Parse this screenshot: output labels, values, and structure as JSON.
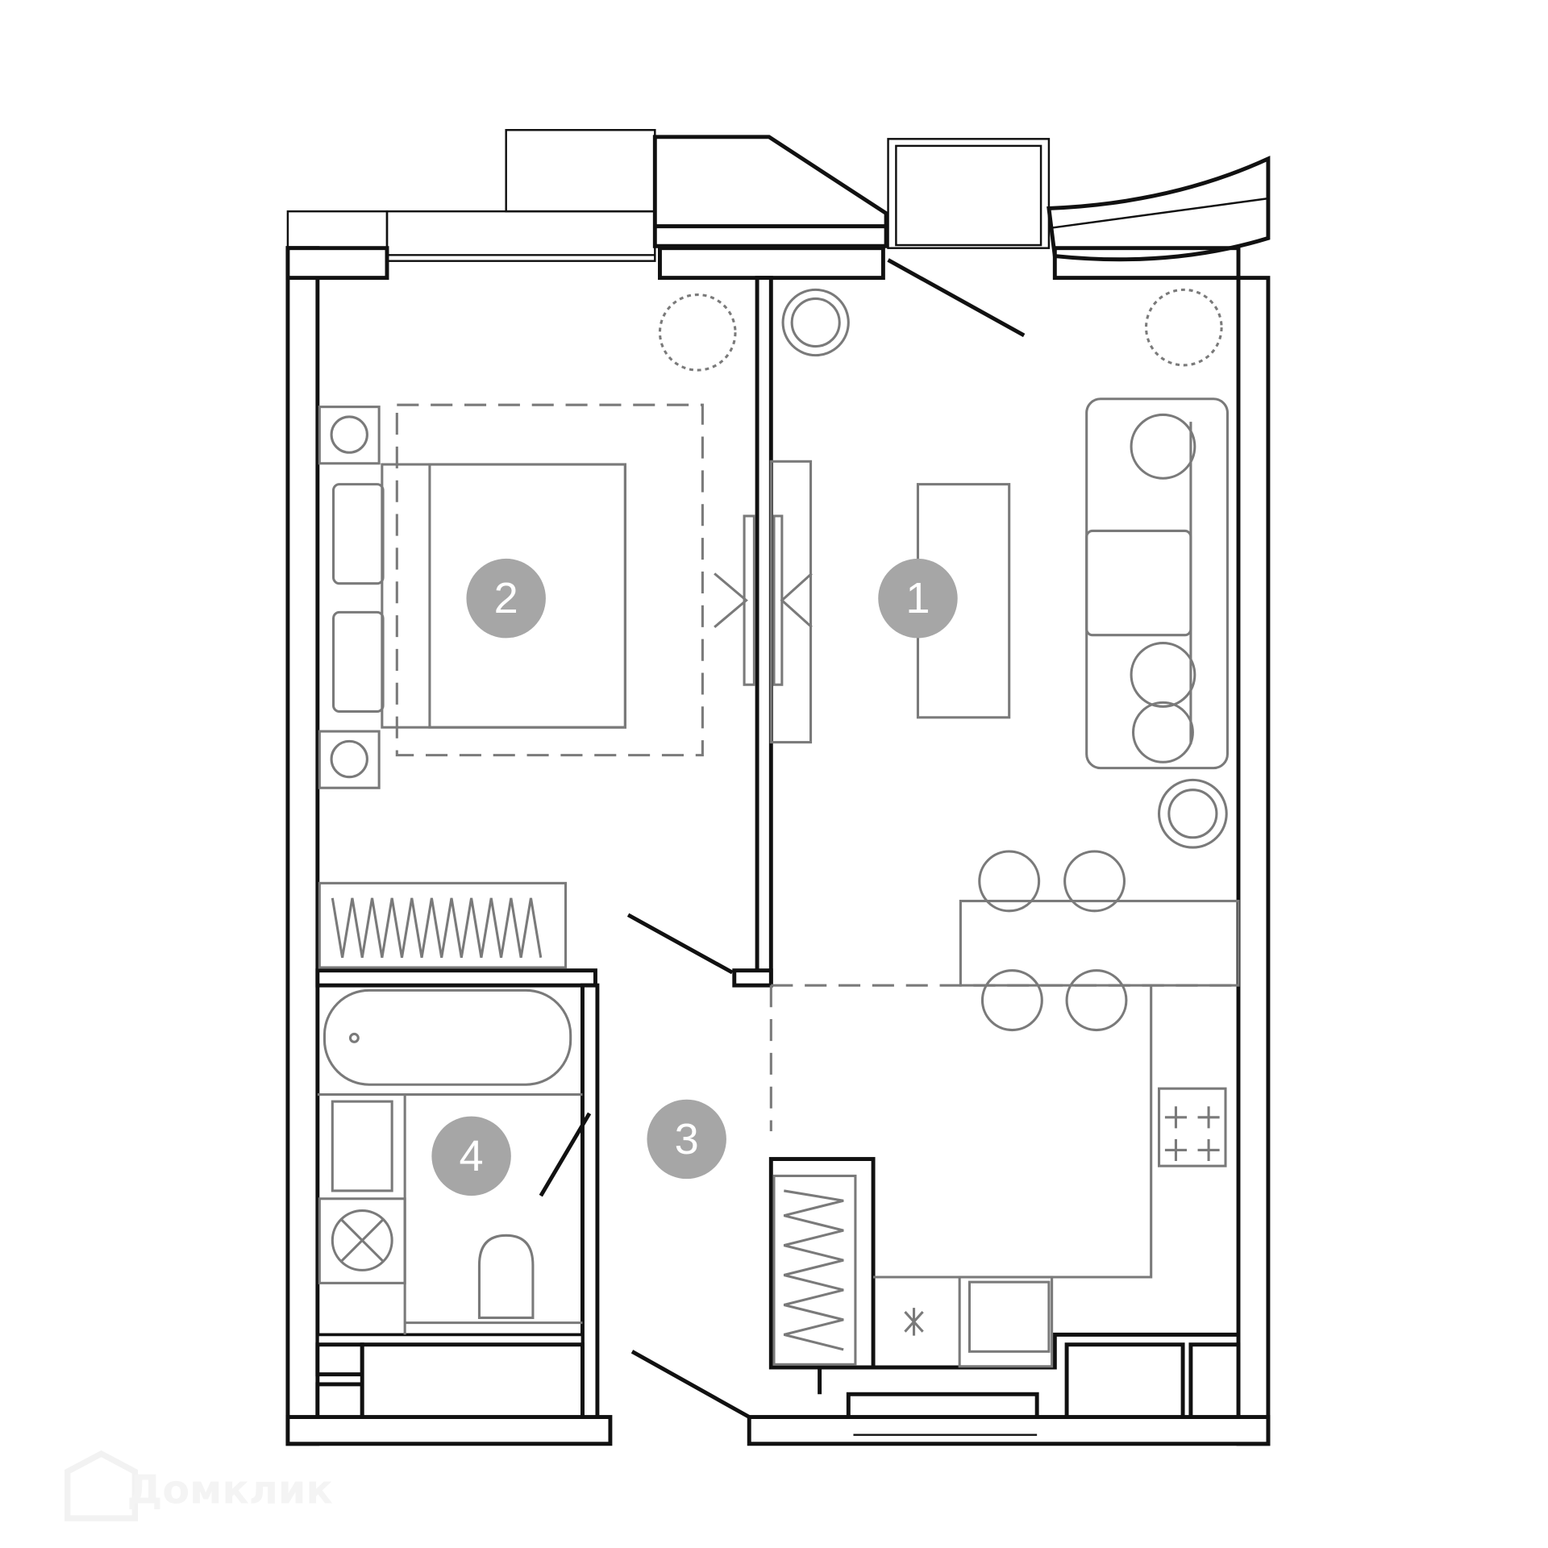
{
  "rooms": [
    {
      "number": "1",
      "name": "living-kitchen"
    },
    {
      "number": "2",
      "name": "bedroom"
    },
    {
      "number": "3",
      "name": "hallway"
    },
    {
      "number": "4",
      "name": "bathroom"
    }
  ],
  "watermark": {
    "text": "Домклик"
  },
  "colors": {
    "wall": "#111111",
    "furniture": "#7a7a7a",
    "badge": "#a6a6a6"
  }
}
